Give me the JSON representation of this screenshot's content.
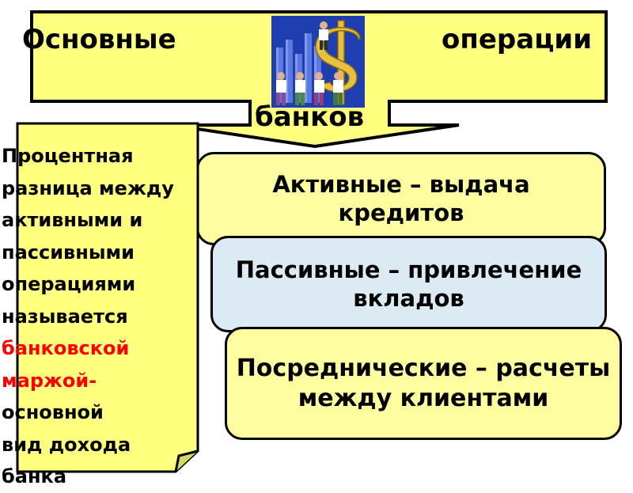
{
  "title": {
    "word_left": "Основные",
    "word_right": "операции",
    "word_bottom": "банков"
  },
  "boxes": {
    "active": "Активные – выдача\nкредитов",
    "passive": "Пассивные – привлечение\nвкладов",
    "intermediary": "Посреднические – расчеты\nмежду клиентами"
  },
  "note": {
    "lines": [
      "Процентная",
      "разница между",
      "активными и",
      "пассивными",
      "операциями",
      "называется"
    ],
    "highlight_lines": [
      "банковской",
      "маржой-"
    ],
    "tail_lines": [
      "основной",
      "вид дохода",
      "банка"
    ]
  },
  "colors": {
    "banner_fill": "#ffff80",
    "box_yellow": "#fefea0",
    "box_blue": "#dcebf3",
    "note_fill": "#ffff80",
    "highlight": "#ff0000"
  },
  "icons": {
    "clipart": "business-people-dollar-clipart"
  }
}
